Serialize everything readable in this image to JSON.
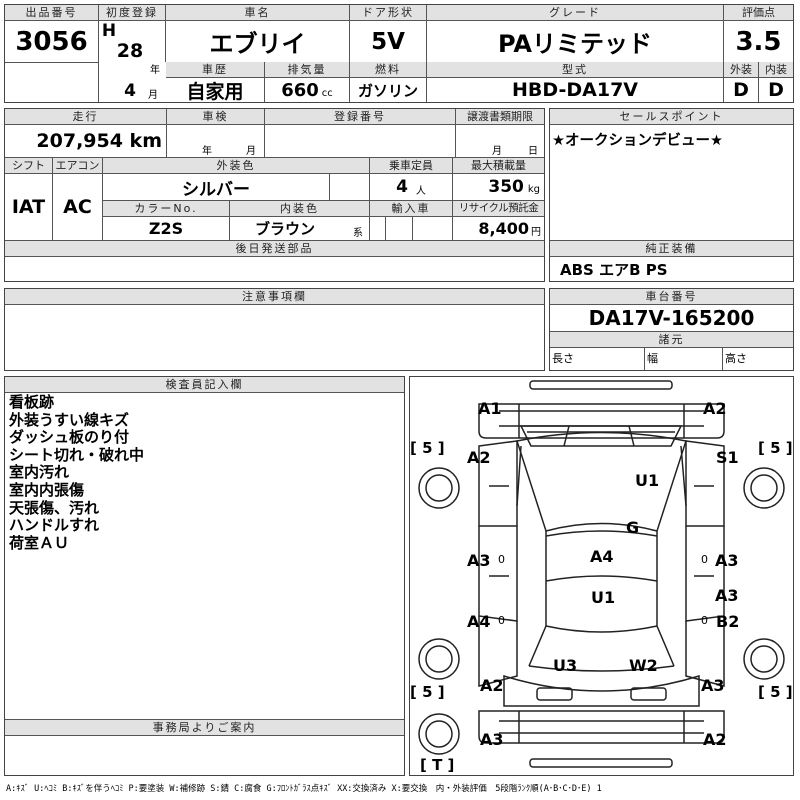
{
  "lot": {
    "label": "出品番号",
    "value": "3056"
  },
  "first_reg": {
    "label": "初度登録",
    "era": "H",
    "year": "28",
    "year_unit": "年",
    "month": "4",
    "month_unit": "月"
  },
  "car_name": {
    "label": "車名",
    "value": "エブリイ"
  },
  "door": {
    "label": "ドア形状",
    "value": "5V"
  },
  "grade": {
    "label": "グレード",
    "value": "PAリミテッド"
  },
  "score": {
    "label": "評価点",
    "value": "3.5",
    "exterior_label": "外装",
    "interior_label": "内装",
    "exterior": "D",
    "interior": "D"
  },
  "history": {
    "label": "車歴",
    "value": "自家用"
  },
  "displacement": {
    "label": "排気量",
    "value": "660",
    "unit": "cc"
  },
  "fuel": {
    "label": "燃料",
    "value": "ガソリン"
  },
  "model": {
    "label": "型式",
    "value": "HBD-DA17V"
  },
  "mileage": {
    "label": "走行",
    "value": "207,954 km"
  },
  "inspection": {
    "label": "車検",
    "year_unit": "年",
    "month_unit": "月"
  },
  "reg_no": {
    "label": "登録番号"
  },
  "transfer": {
    "label": "譲渡書類期限",
    "month_unit": "月",
    "day_unit": "日"
  },
  "sales_point": {
    "label": "セールスポイント",
    "value": "★オークションデビュー★"
  },
  "shift": {
    "label": "シフト",
    "value": "IAT"
  },
  "aircon": {
    "label": "エアコン",
    "value": "AC"
  },
  "ext_color": {
    "label": "外装色",
    "value": "シルバー"
  },
  "capacity": {
    "label": "乗車定員",
    "value": "4",
    "unit": "人"
  },
  "max_load": {
    "label": "最大積載量",
    "value": "350",
    "unit": "kg"
  },
  "color_no": {
    "label": "カラーNo.",
    "value": "Z2S"
  },
  "int_color": {
    "label": "内装色",
    "value": "ブラウン",
    "unit": "系"
  },
  "import": {
    "label": "輸入車"
  },
  "recycle": {
    "label": "リサイクル預託金",
    "value": "8,400",
    "unit": "円"
  },
  "later_parts": {
    "label": "後日発送部品"
  },
  "equipment": {
    "label": "純正装備",
    "value": "ABS エアB PS"
  },
  "notes_section": {
    "label": "注意事項欄"
  },
  "chassis": {
    "label": "車台番号",
    "value": "DA17V-165200"
  },
  "specs": {
    "label": "諸元",
    "length": "長さ",
    "width": "幅",
    "height": "高さ"
  },
  "inspector": {
    "label": "検査員記入欄",
    "notes": [
      "看板跡",
      "外装うすい線キズ",
      "ダッシュ板のり付",
      "シート切れ・破れ中",
      "室内汚れ",
      "室内内張傷",
      "天張傷、汚れ",
      "ハンドルすれ",
      "荷室ＡＵ"
    ]
  },
  "office": {
    "label": "事務局よりご案内"
  },
  "legend": "A:ｷｽﾞ U:ﾍｺﾐ B:ｷｽﾞを伴うﾍｺﾐ P:要塗装 W:補修跡 S:錆 C:腐食 G:ﾌﾛﾝﾄｶﾞﾗｽ点ｷｽﾞ XX:交換済み X:要交換　内・外装評価　5段階ﾗﾝｸ順(A･B･C･D･E) 1",
  "diagram": {
    "tires": [
      "[ 5 ]",
      "[ 5 ]",
      "[ 5 ]",
      "[ 5 ]",
      "[ T ]"
    ],
    "damage": [
      "A1",
      "A2",
      "A2",
      "S1",
      "U1",
      "G",
      "A3",
      "A4",
      "A3",
      "U1",
      "A3",
      "A4",
      "B2",
      "U3",
      "W2",
      "A2",
      "A3",
      "A3",
      "A2"
    ],
    "zero": "0"
  }
}
